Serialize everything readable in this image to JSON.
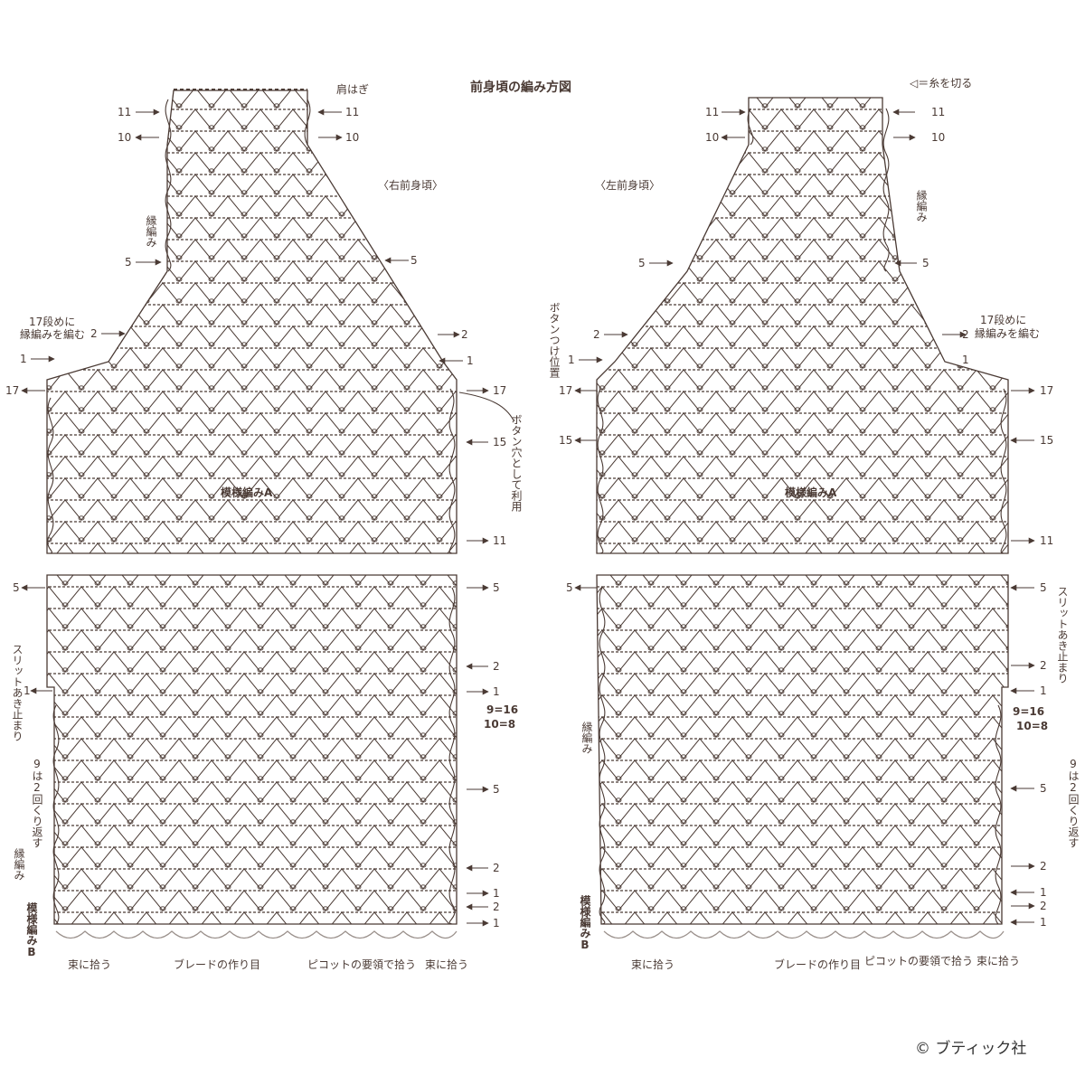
{
  "title": "前身頃の編み方図",
  "cut_legend": "◁＝糸を切る",
  "credit": "© ブティック社",
  "colors": {
    "ink": "#4a3a34",
    "light": "#9b918c",
    "paper": "#ffffff"
  },
  "right_panel": {
    "title": "〈右前身頃〉",
    "shoulder": "肩はぎ",
    "fuchi_top": "縁編み",
    "row17_note_line1": "17段めに",
    "row17_note_line2": "縁編みを編む",
    "button_hole": "ボタン穴として利用",
    "pattern_a": "模様編みA",
    "slit": "スリットあき止まり",
    "repeat_note": "9は2回くり返す",
    "fuchi_bottom": "縁編み",
    "pattern_b": "模様編みB",
    "bottom_labels": [
      "束に拾う",
      "ブレードの作り目",
      "ピコットの要領で拾う",
      "束に拾う"
    ],
    "left_rows": [
      "11",
      "10",
      "5",
      "2",
      "1",
      "17",
      "5",
      "1"
    ],
    "right_rows": [
      "11",
      "10",
      "5",
      "2",
      "1",
      "17",
      "15",
      "11",
      "5",
      "2",
      "1",
      "9=16",
      "10=8",
      "5",
      "2",
      "1",
      "2",
      "1"
    ]
  },
  "left_panel": {
    "title": "〈左前身頃〉",
    "fuchi_top": "縁編み",
    "row17_note_line1": "17段めに",
    "row17_note_line2": "縁編みを編む",
    "button_pos": "ボタンつけ位置",
    "pattern_a": "模様編みA",
    "slit": "スリットあき止まり",
    "repeat_note": "9は2回くり返す",
    "fuchi_side": "縁編み",
    "pattern_b": "模様編みB",
    "bottom_labels": [
      "束に拾う",
      "ブレードの作り目",
      "ピコットの要領で拾う",
      "束に拾う"
    ],
    "left_rows": [
      "11",
      "10",
      "5",
      "2",
      "1",
      "17",
      "15",
      "5"
    ],
    "right_rows": [
      "11",
      "10",
      "5",
      "2",
      "1",
      "17",
      "15",
      "11",
      "5",
      "2",
      "1",
      "9=16",
      "10=8",
      "5",
      "2",
      "1",
      "2",
      "1"
    ]
  }
}
